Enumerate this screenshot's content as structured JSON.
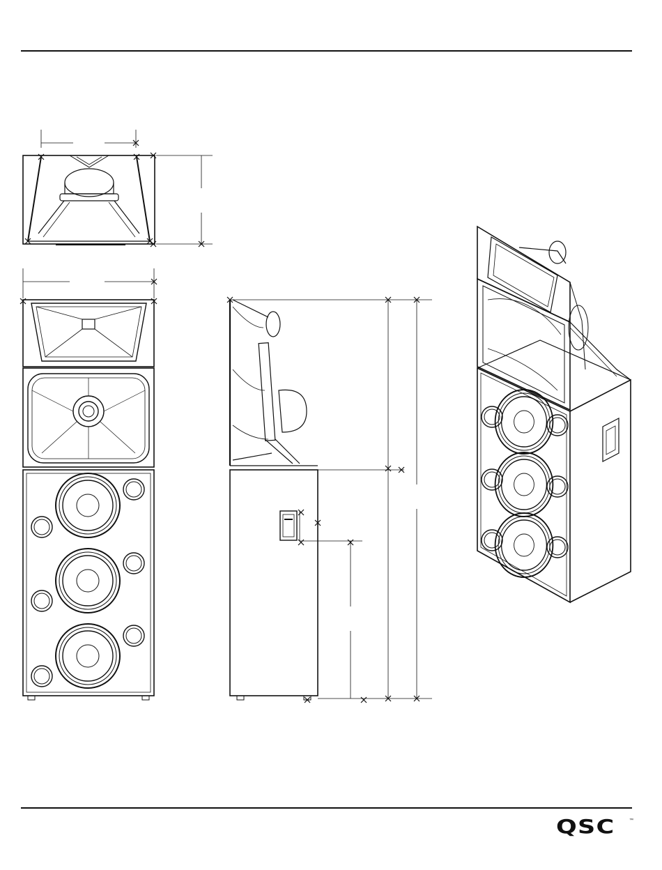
{
  "brand": {
    "logo_text": "QSC",
    "trademark": "™"
  },
  "views": {
    "top": "top-view",
    "front": "front-view",
    "side": "side-view",
    "isometric": "isometric-view"
  },
  "icons": {
    "dimension_marker": "cross-mark-icon"
  }
}
